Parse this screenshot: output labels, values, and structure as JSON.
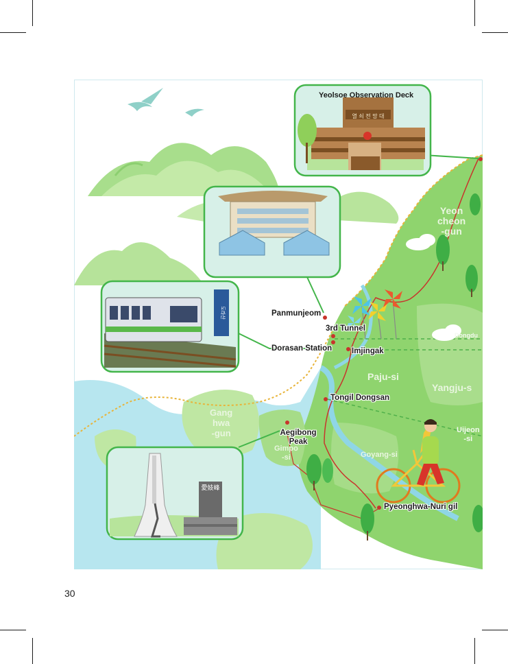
{
  "page": {
    "number": "30"
  },
  "callouts": {
    "observatory": "Yeolsoe Observation Deck",
    "observatory_sign": "열 쇠  전 망 대",
    "station_sign": "도라산",
    "memorial_stone": "愛妓峰"
  },
  "places": {
    "panmunjeom": "Panmunjeom",
    "tunnel": "3rd Tunnel",
    "dorasan_station": "Dorasan Station",
    "imjingak": "Imjingak",
    "tongil_dongsan": "Tongil Dongsan",
    "aegibong": "Aegibong Peak",
    "pyeonghwa": "Pyeonghwa-Nuri gil"
  },
  "regions": {
    "yeoncheon": [
      "Yeon",
      "cheon",
      "-gun"
    ],
    "paju": "Paju-si",
    "yangju": "Yangju-s",
    "ganghwa": [
      "Gang",
      "hwa",
      "-gun"
    ],
    "gimpo": [
      "Gimpo",
      "-si"
    ],
    "goyang": "Goyang-si",
    "uijeongbu": [
      "Uijeon",
      "-si"
    ],
    "dongducheon": "Dongdu"
  },
  "colors": {
    "sea": "#b7e6ef",
    "land": "#8fd46e",
    "land_light": "#bfe7a3",
    "route": "#c8342c",
    "border": "#e8b43a",
    "callout_border": "#43b54a"
  }
}
